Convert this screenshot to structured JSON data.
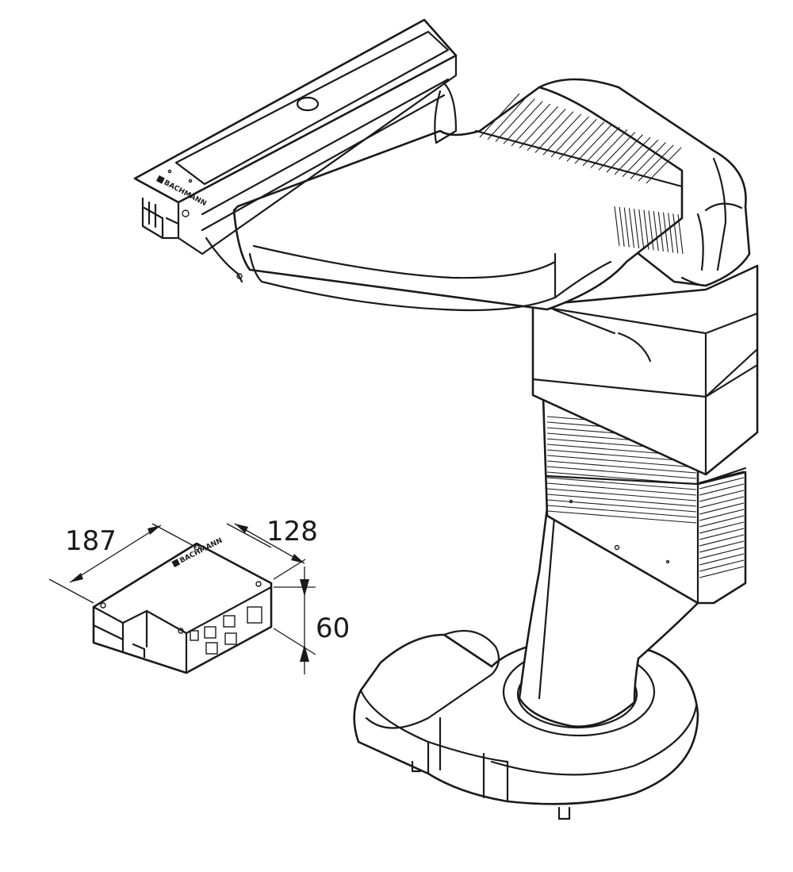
{
  "figure": {
    "logo_lettering": "BACHMANN"
  },
  "dimensions": {
    "length": "187",
    "width": "128",
    "height": "60"
  }
}
